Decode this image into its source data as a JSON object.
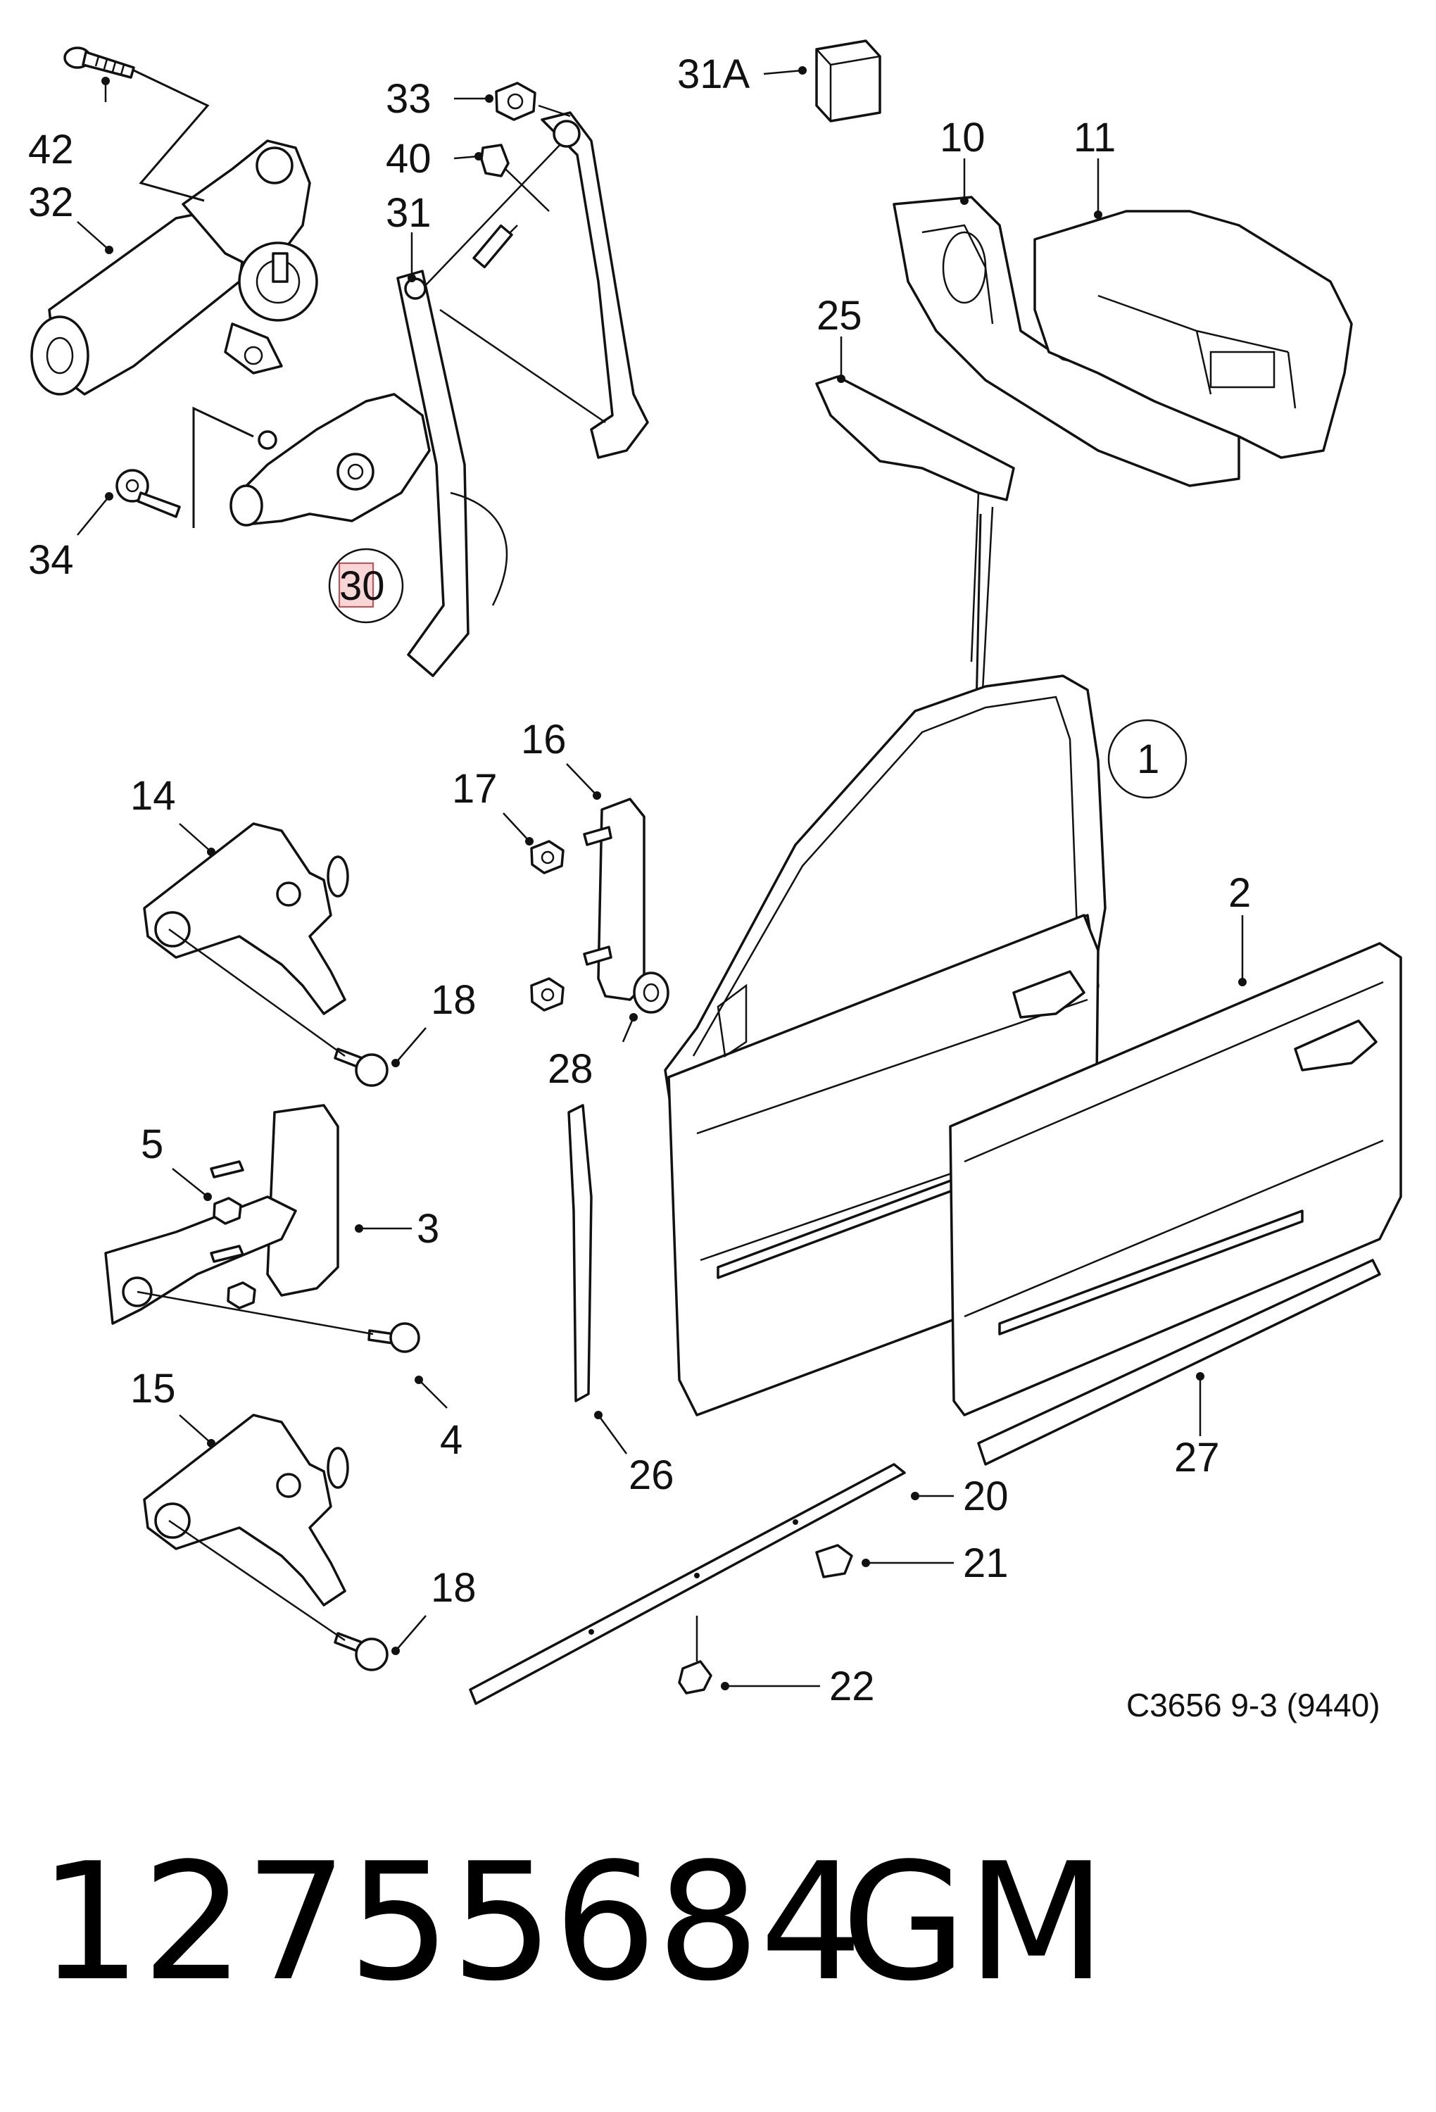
{
  "diagram": {
    "callouts": {
      "c42": "42",
      "c32": "32",
      "c34": "34",
      "c30": "30",
      "c33": "33",
      "c40": "40",
      "c31": "31",
      "c31a": "31A",
      "c10": "10",
      "c11": "11",
      "c25": "25",
      "c1": "1",
      "c2": "2",
      "c14": "14",
      "c17": "17",
      "c16": "16",
      "c18a": "18",
      "c28": "28",
      "c5": "5",
      "c3": "3",
      "c4": "4",
      "c15": "15",
      "c18b": "18",
      "c26": "26",
      "c27": "27",
      "c20": "20",
      "c21": "21",
      "c22": "22"
    },
    "caption": "C3656 9-3 (9440)"
  },
  "footer": {
    "part_number": "12755684",
    "brand": "GM"
  },
  "colors": {
    "line": "#111111",
    "highlight_box": "#e0474c",
    "highlight_fill": "#f7d6d6"
  }
}
